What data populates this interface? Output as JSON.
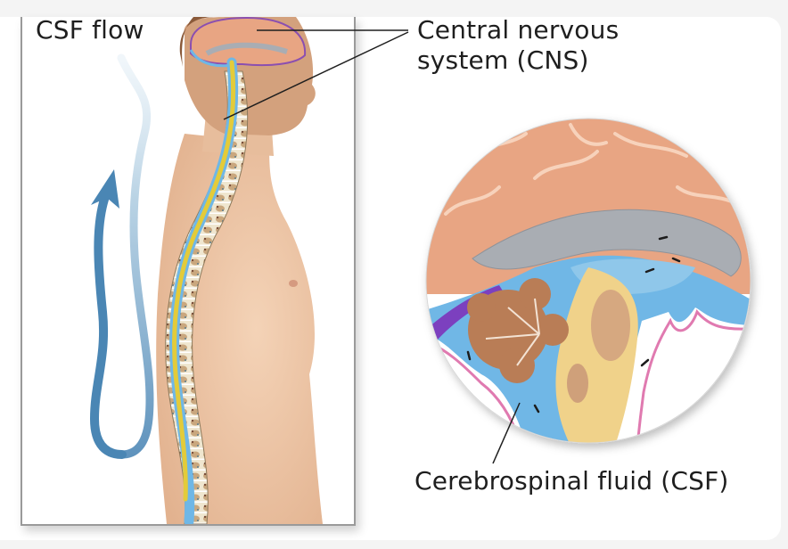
{
  "labels": {
    "csf_flow": "CSF flow",
    "cns_line1": "Central nervous",
    "cns_line2": "system (CNS)",
    "csf": "Cerebrospinal fluid (CSF)"
  },
  "colors": {
    "background": "#f4f4f4",
    "panel_border": "#9a9a9a",
    "flow_arrow": "#4a86b4",
    "csf_blue": "#6fb7e6",
    "brain": "#e8a583",
    "spinal_cord": "#e3cb3a",
    "skin": "#efc7a6",
    "ventricle_gray": "#a9adb3",
    "meninges_purple": "#7b3fbf",
    "pia_pink": "#e07ab0",
    "cerebellum": "#b97d57"
  },
  "icons": {
    "flow_arrow": "curved-up-arrow",
    "magnifier_inset": "circular-zoom-inset"
  }
}
